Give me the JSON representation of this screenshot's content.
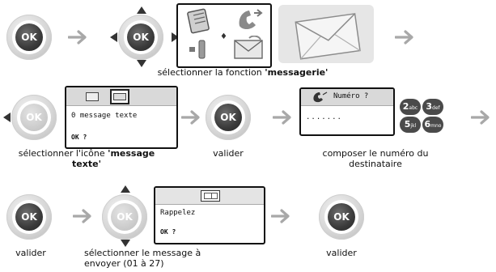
{
  "ok_label": "OK",
  "row1": {
    "caption_prefix": "sélectionner la fonction ",
    "caption_bold": "'messagerie'"
  },
  "row2": {
    "screen_text_line": "0 message texte",
    "screen_ok": "OK ?",
    "caption1_prefix": "sélectionner l'icône ",
    "caption1_bold_1": "'message",
    "caption1_bold_2": "texte'",
    "caption2": "valider",
    "numero_label": "Numéro ?",
    "numero_dots": ".......",
    "caption3_line1": "composer le numéro du",
    "caption3_line2": "destinataire",
    "keys": [
      "2",
      "3",
      "5",
      "6"
    ],
    "key_letters": [
      "abc",
      "def",
      "jkl",
      "mno"
    ]
  },
  "row3": {
    "screen_text_line": "Rappelez",
    "screen_ok": "OK ?",
    "caption1": "valider",
    "caption2_line1": "sélectionner le message à",
    "caption2_line2": "envoyer (01 à 27)",
    "caption3": "valider"
  },
  "colors": {
    "arrow": "#a8a8a8",
    "pad_light": "#d7d7d7",
    "ok_dark": "#3a3a3a",
    "screen_bar": "#d9d9d9",
    "envelope_bg": "#e6e6e6"
  }
}
